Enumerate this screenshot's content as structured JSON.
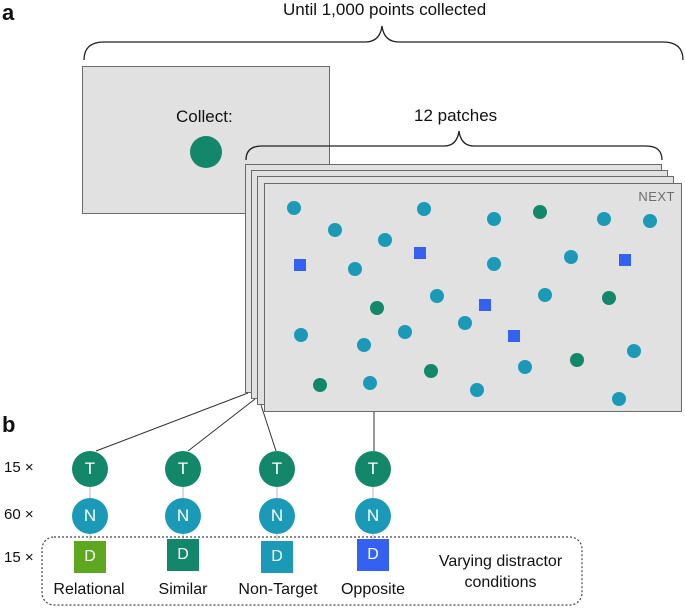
{
  "panel_a_letter": "a",
  "panel_b_letter": "b",
  "brace_label_points": "Until 1,000 points collected",
  "brace_label_patches": "12 patches",
  "collect_label": "Collect:",
  "next_label": "NEXT",
  "multipliers": {
    "target": "15 ×",
    "neutral": "60 ×",
    "distractor": "15 ×"
  },
  "node_letters": {
    "target": "T",
    "neutral": "N",
    "distractor": "D"
  },
  "conditions": [
    {
      "label": "Relational",
      "color": "#5ea81f"
    },
    {
      "label": "Similar",
      "color": "#13876a"
    },
    {
      "label": "Non-Target",
      "color": "#1b9ab8"
    },
    {
      "label": "Opposite",
      "color": "#3561f2"
    }
  ],
  "varying_label": "Varying distractor conditions",
  "colors": {
    "target": "#13876a",
    "neutral": "#1b9ab8",
    "distractor_square": "#3561f2"
  }
}
